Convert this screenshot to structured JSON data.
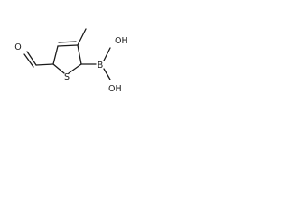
{
  "molecule": {
    "atoms": {
      "oxygen_aldehyde": "O",
      "sulfur": "S",
      "boron": "B",
      "oxygen_hydroxyl_top": "OH",
      "oxygen_hydroxyl_bottom": "OH"
    }
  }
}
